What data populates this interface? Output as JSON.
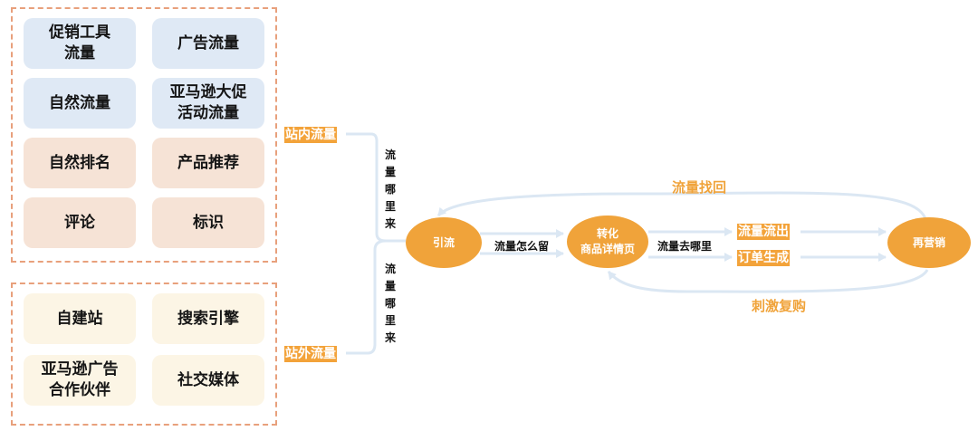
{
  "inner_group": {
    "tiles": [
      "促销工具\n流量",
      "广告流量",
      "自然流量",
      "亚马逊大促\n活动流量",
      "自然排名",
      "产品推荐",
      "评论",
      "标识"
    ]
  },
  "outer_group": {
    "tiles": [
      "自建站",
      "搜索引擎",
      "亚马逊广告\n合作伙伴",
      "社交媒体"
    ]
  },
  "labels": {
    "onsite": "站内流量",
    "offsite": "站外流量",
    "where_from_top": "流量哪里来",
    "where_from_bottom": "流量哪里来"
  },
  "flow": {
    "node_traffic": "引流",
    "node_convert": "转化\n商品详情页",
    "node_remarketing": "再营销",
    "edge_stay": "流量怎么留",
    "edge_go": "流量去哪里",
    "outflow": "流量流出",
    "order": "订单生成",
    "loop_recover": "流量找回",
    "loop_repurchase": "刺激复购"
  },
  "colors": {
    "accent_orange": "#f0a33a",
    "dashed_border": "#e8a07c",
    "arrow_blue": "#dbe7f3",
    "tile_blue": "#dfe9f5",
    "tile_peach": "#f6e3d6",
    "tile_cream": "#fcf5e5"
  }
}
